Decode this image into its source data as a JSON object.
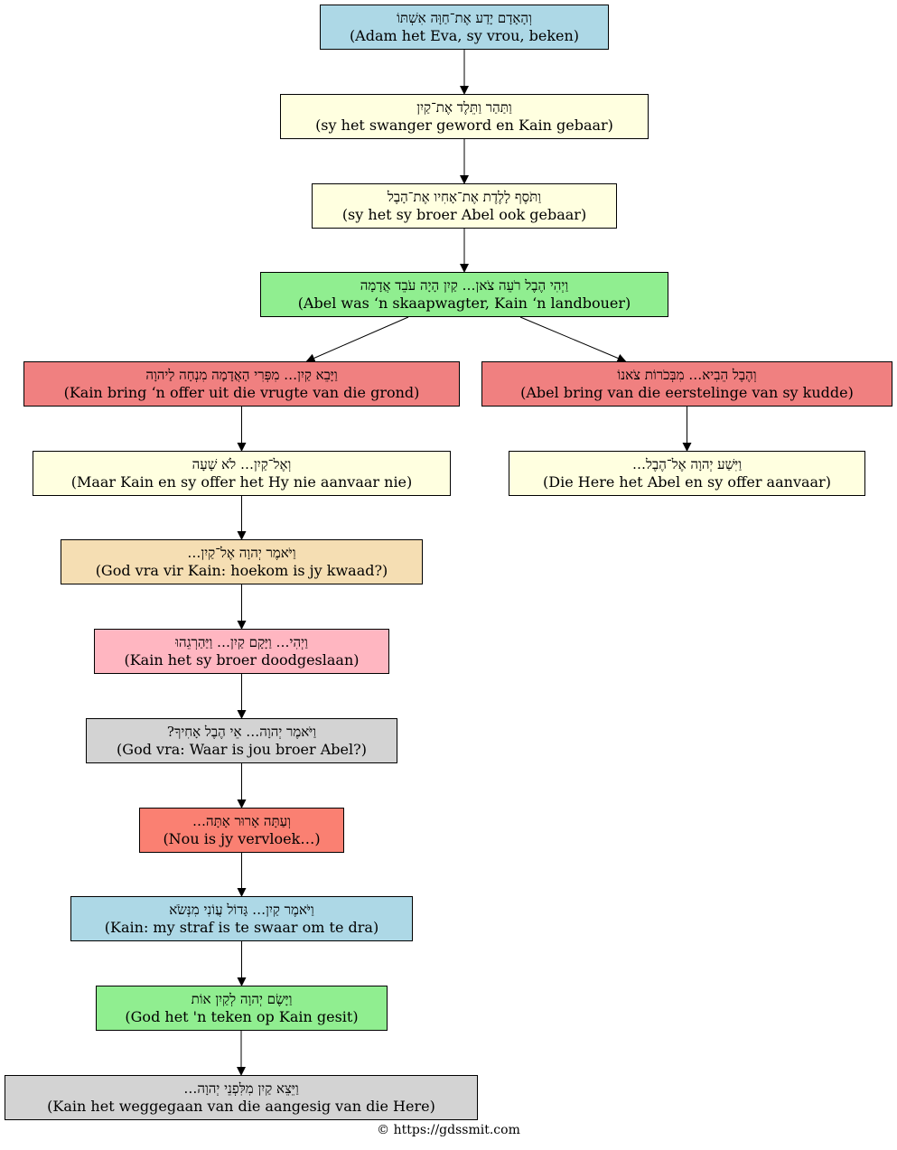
{
  "colors": {
    "lightblue": "#add8e6",
    "lightyellow": "#ffffe0",
    "lightgreen": "#90ee90",
    "lightcoral": "#f08080",
    "wheat": "#f5deb3",
    "lightpink": "#ffb6c1",
    "lightgray": "#d3d3d3",
    "salmon": "#fa8072"
  },
  "nodes": [
    {
      "id": "n1",
      "hebrew": "וְהָאָדָם יָדַע אֶת־חַוָּה אִשְׁתּוֹ",
      "text": "(Adam het Eva, sy vrou, beken)",
      "color": "#add8e6"
    },
    {
      "id": "n2",
      "hebrew": "וַתַּהַר וַתֵּלֶד אֶת־קַיִן",
      "text": "(sy het swanger geword en Kain gebaar)",
      "color": "#ffffe0"
    },
    {
      "id": "n3",
      "hebrew": "וַתֹּסֶף לָלֶדֶת אֶת־אָחִיו אֶת־הָבֶל",
      "text": "(sy het sy broer Abel ook gebaar)",
      "color": "#ffffe0"
    },
    {
      "id": "n4",
      "hebrew": "וַיְהִי הֶבֶל רֹעֵה צֹאן… קַיִן הָיָה עֹבֵד אֲדָמָה",
      "text": "(Abel was ‘n skaapwagter, Kain ‘n landbouer)",
      "color": "#90ee90"
    },
    {
      "id": "n5",
      "hebrew": "וַיָּבֵא קַיִן… מִפְּרִי הָאֲדָמָה מִנְחָה לַיהוָה",
      "text": "(Kain bring ‘n offer uit die vrugte van die grond)",
      "color": "#f08080"
    },
    {
      "id": "n6",
      "hebrew": "וְהֶבֶל הֵבִיא… מִבְּכֹרוֹת צֹאנוֹ",
      "text": "(Abel bring van die eerstelinge van sy kudde)",
      "color": "#f08080"
    },
    {
      "id": "n7",
      "hebrew": "וְאֶל־קַיִן… לֹא שָׁעָה",
      "text": "(Maar Kain en sy offer het Hy nie aanvaar nie)",
      "color": "#ffffe0"
    },
    {
      "id": "n8",
      "hebrew": "וַיִּשַׁע יְהוָה אֶל־הֶבֶל…",
      "text": "(Die Here het Abel en sy offer aanvaar)",
      "color": "#ffffe0"
    },
    {
      "id": "n9",
      "hebrew": "וַיֹּאמֶר יְהוָה אֶל־קַיִן…",
      "text": "(God vra vir Kain: hoekom is jy kwaad?)",
      "color": "#f5deb3"
    },
    {
      "id": "n10",
      "hebrew": "וַיְהִי… וַיָּקָם קַיִן… וַיַּהַרְגֵהוּ",
      "text": "(Kain het sy broer doodgeslaan)",
      "color": "#ffb6c1"
    },
    {
      "id": "n11",
      "hebrew": "וַיֹּאמֶר יְהוָה… אֵי הֶבֶל אָחִיךָ?",
      "text": "(God vra: Waar is jou broer Abel?)",
      "color": "#d3d3d3"
    },
    {
      "id": "n12",
      "hebrew": "וְעַתָּה אָרוּר אָתָּה…",
      "text": "(Nou is jy vervloek…)",
      "color": "#fa8072"
    },
    {
      "id": "n13",
      "hebrew": "וַיֹּאמֶר קַיִן… גָּדוֹל עֲוֹנִי מִנְּשֹׂא",
      "text": "(Kain: my straf is te swaar om te dra)",
      "color": "#add8e6"
    },
    {
      "id": "n14",
      "hebrew": "וַיָּשֶׂם יְהוָה לְקַיִן אוֹת",
      "text": "(God het 'n teken op Kain gesit)",
      "color": "#90ee90"
    },
    {
      "id": "n15",
      "hebrew": "וַיֵּצֵא קַיִן מִלִּפְנֵי יְהוָה…",
      "text": "(Kain het weggegaan van die aangesig van die Here)",
      "color": "#d3d3d3"
    }
  ],
  "edges": [
    {
      "from": "n1",
      "to": "n2"
    },
    {
      "from": "n2",
      "to": "n3"
    },
    {
      "from": "n3",
      "to": "n4"
    },
    {
      "from": "n4",
      "to": "n5"
    },
    {
      "from": "n4",
      "to": "n6"
    },
    {
      "from": "n5",
      "to": "n7"
    },
    {
      "from": "n6",
      "to": "n8"
    },
    {
      "from": "n7",
      "to": "n9"
    },
    {
      "from": "n9",
      "to": "n10"
    },
    {
      "from": "n10",
      "to": "n11"
    },
    {
      "from": "n11",
      "to": "n12"
    },
    {
      "from": "n12",
      "to": "n13"
    },
    {
      "from": "n13",
      "to": "n14"
    },
    {
      "from": "n14",
      "to": "n15"
    }
  ],
  "footer": "© https://gdssmit.com"
}
